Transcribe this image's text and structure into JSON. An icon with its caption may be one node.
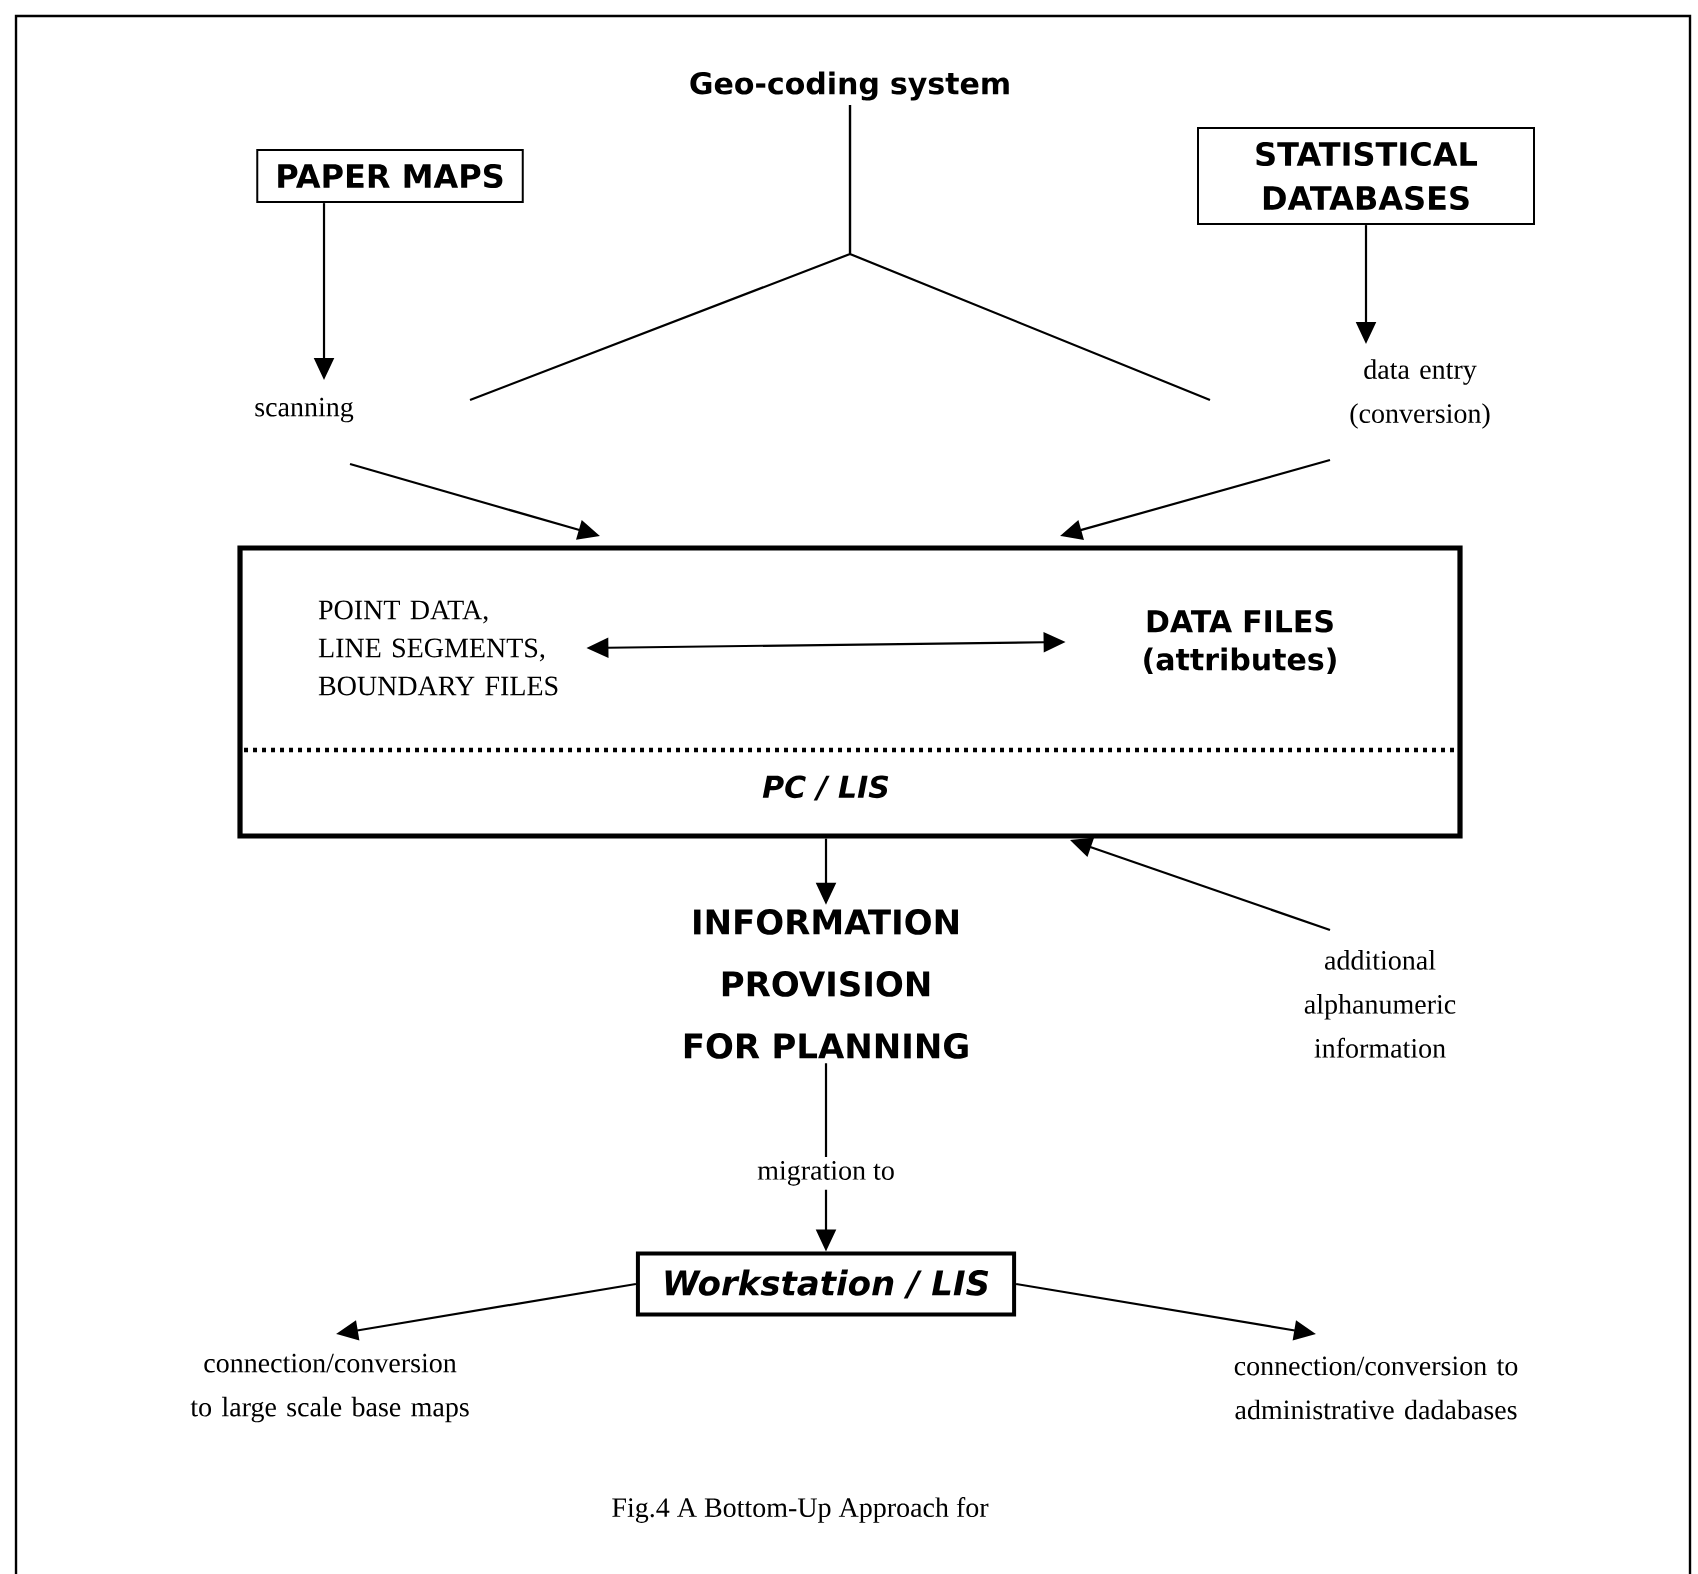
{
  "diagram": {
    "caption": "Fig.4 A Bottom-Up Approach for",
    "nodes": [
      {
        "text": [
          "Geo-coding system"
        ]
      },
      {
        "text": [
          "PAPER MAPS"
        ]
      },
      {
        "text": [
          "STATISTICAL DATABASES"
        ]
      },
      {
        "text": [
          "scanning"
        ]
      },
      {
        "text": [
          "data entry (conversion)"
        ]
      },
      {
        "text": [
          "PC / LIS"
        ]
      },
      {
        "text": [
          "POINT DATA, LINE SEGMENTS, BOUNDARY FILES"
        ],
        "in": 5
      },
      {
        "text": [
          "DATA FILES (attributes)"
        ],
        "in": 5
      },
      {
        "text": [
          "INFORMATION PROVISION FOR PLANNING"
        ]
      },
      {
        "text": [
          "additional alphanumeric information"
        ]
      },
      {
        "text": [
          "Workstation / LIS"
        ]
      },
      {
        "text": [
          "connection/conversion to large scale base maps"
        ]
      },
      {
        "text": [
          "connection/conversion to administrative dadabases"
        ]
      }
    ],
    "edges": [
      {
        "from": 1,
        "to": 3,
        "arrow": "to"
      },
      {
        "from": 2,
        "to": 4,
        "arrow": "to"
      },
      {
        "from": 0,
        "to": 3,
        "arrow": "none"
      },
      {
        "from": 0,
        "to": 4,
        "arrow": "none"
      },
      {
        "from": 3,
        "to": 5,
        "arrow": "to"
      },
      {
        "from": 4,
        "to": 5,
        "arrow": "to"
      },
      {
        "from": 6,
        "to": 7,
        "arrow": "both"
      },
      {
        "from": 5,
        "to": 8,
        "arrow": "to"
      },
      {
        "from": 9,
        "to": 5,
        "arrow": "to"
      },
      {
        "from": 8,
        "to": 10,
        "label": "migration to",
        "arrow": "to"
      },
      {
        "from": 10,
        "to": 11,
        "arrow": "to"
      },
      {
        "from": 10,
        "to": 12,
        "arrow": "to"
      }
    ]
  }
}
